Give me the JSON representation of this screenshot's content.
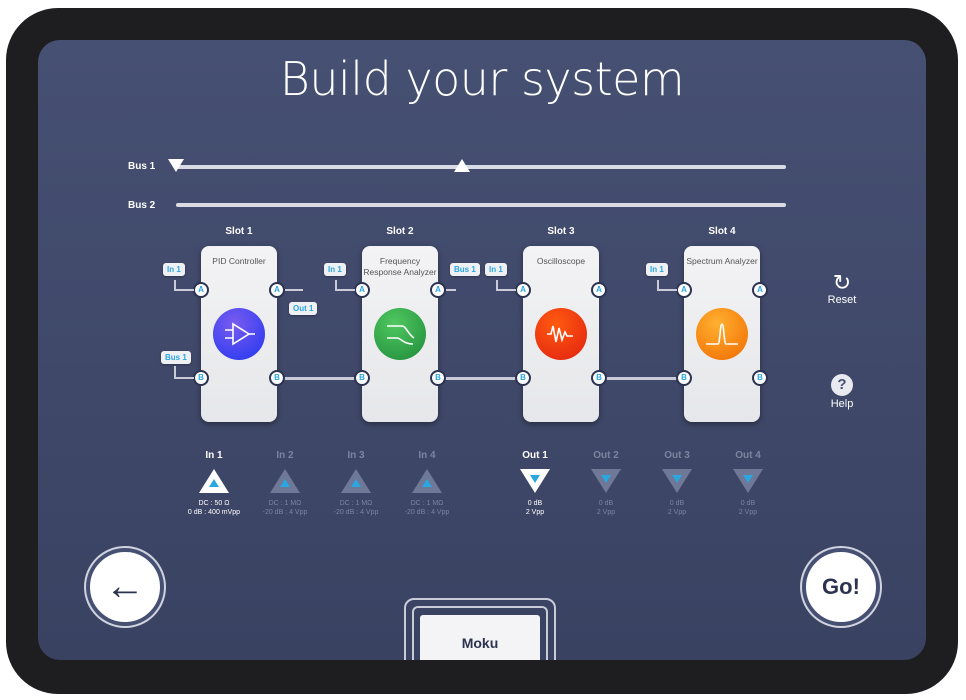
{
  "title": "Build your system",
  "buses": [
    {
      "label": "Bus 1"
    },
    {
      "label": "Bus 2"
    }
  ],
  "slots": [
    {
      "label": "Slot 1",
      "name": "PID Controller",
      "in_a": "In 1",
      "in_b": "Bus 1",
      "out_a": "Out 1",
      "color": "#4a4ef0"
    },
    {
      "label": "Slot 2",
      "name": "Frequency Response Analyzer",
      "in_a": "In 1",
      "out_a": "Bus 1",
      "color": "#2f9e45"
    },
    {
      "label": "Slot 3",
      "name": "Oscilloscope",
      "in_a": "In 1",
      "color": "#f04010"
    },
    {
      "label": "Slot 4",
      "name": "Spectrum Analyzer",
      "in_a": "In 1",
      "color": "#f58a10"
    }
  ],
  "port_a": "A",
  "port_b": "B",
  "inputs": [
    {
      "label": "In 1",
      "line1": "DC : 50 Ω",
      "line2": "0 dB : 400 mVpp",
      "active": true
    },
    {
      "label": "In 2",
      "line1": "DC : 1 MΩ",
      "line2": "-20 dB : 4 Vpp",
      "active": false
    },
    {
      "label": "In 3",
      "line1": "DC : 1 MΩ",
      "line2": "-20 dB : 4 Vpp",
      "active": false
    },
    {
      "label": "In 4",
      "line1": "DC : 1 MΩ",
      "line2": "-20 dB : 4 Vpp",
      "active": false
    }
  ],
  "outputs": [
    {
      "label": "Out 1",
      "line1": "0 dB",
      "line2": "2 Vpp",
      "active": true
    },
    {
      "label": "Out 2",
      "line1": "0 dB",
      "line2": "2 Vpp",
      "active": false
    },
    {
      "label": "Out 3",
      "line1": "0 dB",
      "line2": "2 Vpp",
      "active": false
    },
    {
      "label": "Out 4",
      "line1": "0 dB",
      "line2": "2 Vpp",
      "active": false
    }
  ],
  "reset": "Reset",
  "help": "Help",
  "go": "Go!",
  "device": "Moku",
  "back_icon": "arrow-left"
}
